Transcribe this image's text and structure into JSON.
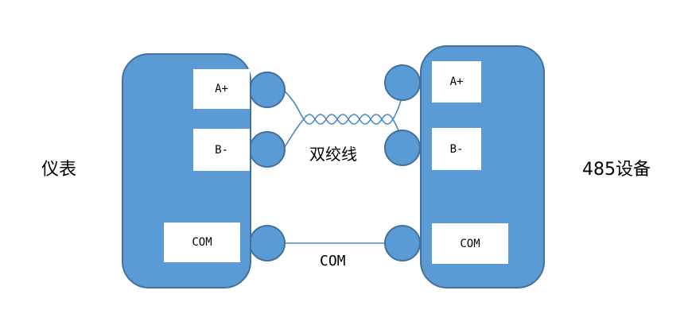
{
  "diagram": {
    "left_device": {
      "name": "仪表",
      "terminals": {
        "a": "A+",
        "b": "B-",
        "com": "COM"
      }
    },
    "right_device": {
      "name": "485设备",
      "terminals": {
        "a": "A+",
        "b": "B-",
        "com": "COM"
      }
    },
    "twisted_pair_label": "双绞线",
    "com_line_label": "COM",
    "colors": {
      "device_fill": "#5b9bd5",
      "device_border": "#41719c",
      "wire": "#4a86c8",
      "terminal_fill": "#ffffff",
      "text": "#000000"
    }
  }
}
